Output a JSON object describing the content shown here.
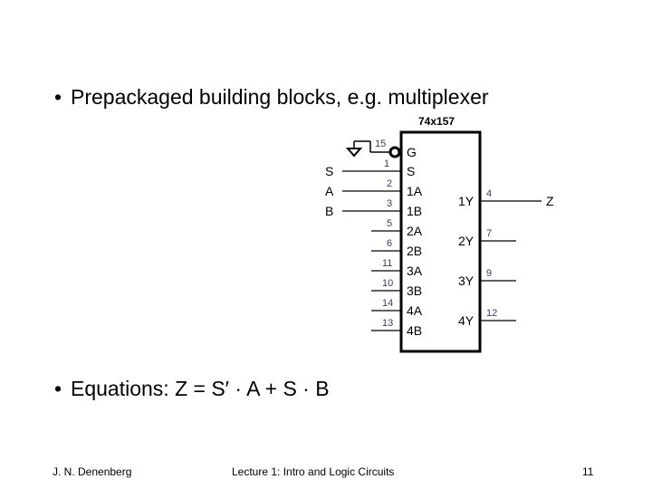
{
  "bullets": [
    {
      "marker": "•",
      "text": "Prepackaged building blocks, e.g. multiplexer"
    },
    {
      "marker": "•",
      "text": "Equations:  Z = S′ · A + S · B"
    }
  ],
  "diagram": {
    "chip_label": "74x157",
    "left_pins": [
      {
        "num": "15",
        "label": "G"
      },
      {
        "num": "1",
        "label": "S"
      },
      {
        "num": "2",
        "label": "1A"
      },
      {
        "num": "3",
        "label": "1B"
      },
      {
        "num": "5",
        "label": "2A"
      },
      {
        "num": "6",
        "label": "2B"
      },
      {
        "num": "11",
        "label": "3A"
      },
      {
        "num": "10",
        "label": "3B"
      },
      {
        "num": "14",
        "label": "4A"
      },
      {
        "num": "13",
        "label": "4B"
      }
    ],
    "right_pins": [
      {
        "num": "4",
        "label": "1Y"
      },
      {
        "num": "7",
        "label": "2Y"
      },
      {
        "num": "9",
        "label": "3Y"
      },
      {
        "num": "12",
        "label": "4Y"
      }
    ],
    "input_signals": [
      "S",
      "A",
      "B"
    ],
    "output_signal": "Z"
  },
  "footer": {
    "author": "J. N. Denenberg",
    "title": "Lecture 1: Intro and Logic Circuits",
    "page": "11"
  }
}
